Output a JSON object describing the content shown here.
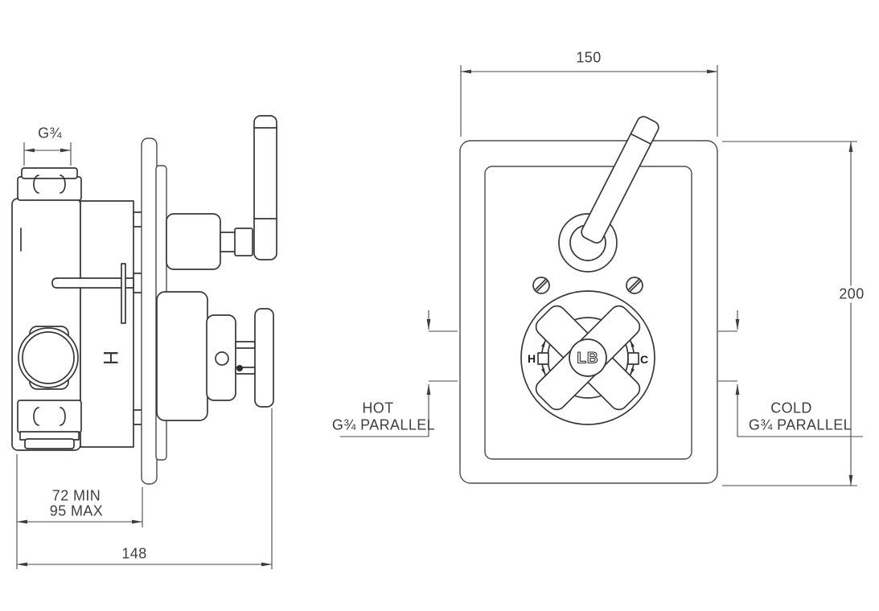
{
  "colors": {
    "background": "#ffffff",
    "line": "#3a3a3a",
    "text": "#3f3f3f"
  },
  "side_view": {
    "top_port_thread_label": "G¾",
    "body_hot_mark": "H",
    "depth_min_label": "72 MIN",
    "depth_max_label": "95 MAX",
    "overall_depth_label": "148"
  },
  "front_view": {
    "plate_width_label": "150",
    "plate_height_label": "200",
    "handle_logo": "LB",
    "handle_hot_mark": "H",
    "handle_cold_mark": "C",
    "hot_inlet_label": {
      "line1": "HOT",
      "line2": "G¾ PARALLEL"
    },
    "cold_inlet_label": {
      "line1": "COLD",
      "line2": "G¾ PARALLEL"
    }
  }
}
